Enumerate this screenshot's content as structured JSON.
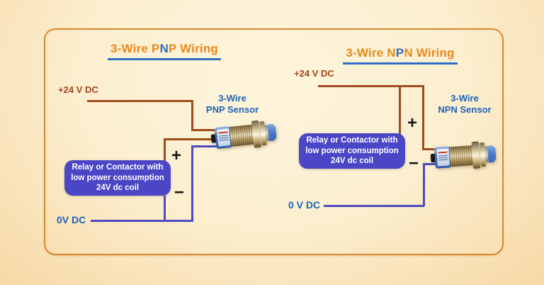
{
  "colors": {
    "panel-border": "#d9882f",
    "title-orange": "#e8891c",
    "accent-blue": "#2f6ec5",
    "rust": "#a7431c",
    "label-blue": "#1c63b7",
    "wire-brown": "#a04b1e",
    "wire-blue": "#4f4ac0",
    "box-indigo": "#4a46c6"
  },
  "diagrams": {
    "left": {
      "title": {
        "pre": "3-Wire P",
        "accent": "N",
        "post": "P Wiring"
      },
      "supply_label": "+24 V DC",
      "ground_label": "0V DC",
      "sensor_caption_line1": "3-Wire",
      "sensor_caption_line2": "PNP Sensor",
      "relay_lines": [
        "Relay or Contactor with",
        "low power consumption",
        "24V dc coil"
      ],
      "plus": "+",
      "minus": "−"
    },
    "right": {
      "title": {
        "pre": "3-Wire N",
        "accent": "P",
        "post": "N Wiring"
      },
      "supply_label": "+24 V DC",
      "ground_label": "0 V DC",
      "sensor_caption_line1": "3-Wire",
      "sensor_caption_line2": "NPN Sensor",
      "relay_lines": [
        "Relay or Contactor with",
        "low power consumption",
        "24V dc coil"
      ],
      "plus": "+",
      "minus": "−"
    }
  }
}
